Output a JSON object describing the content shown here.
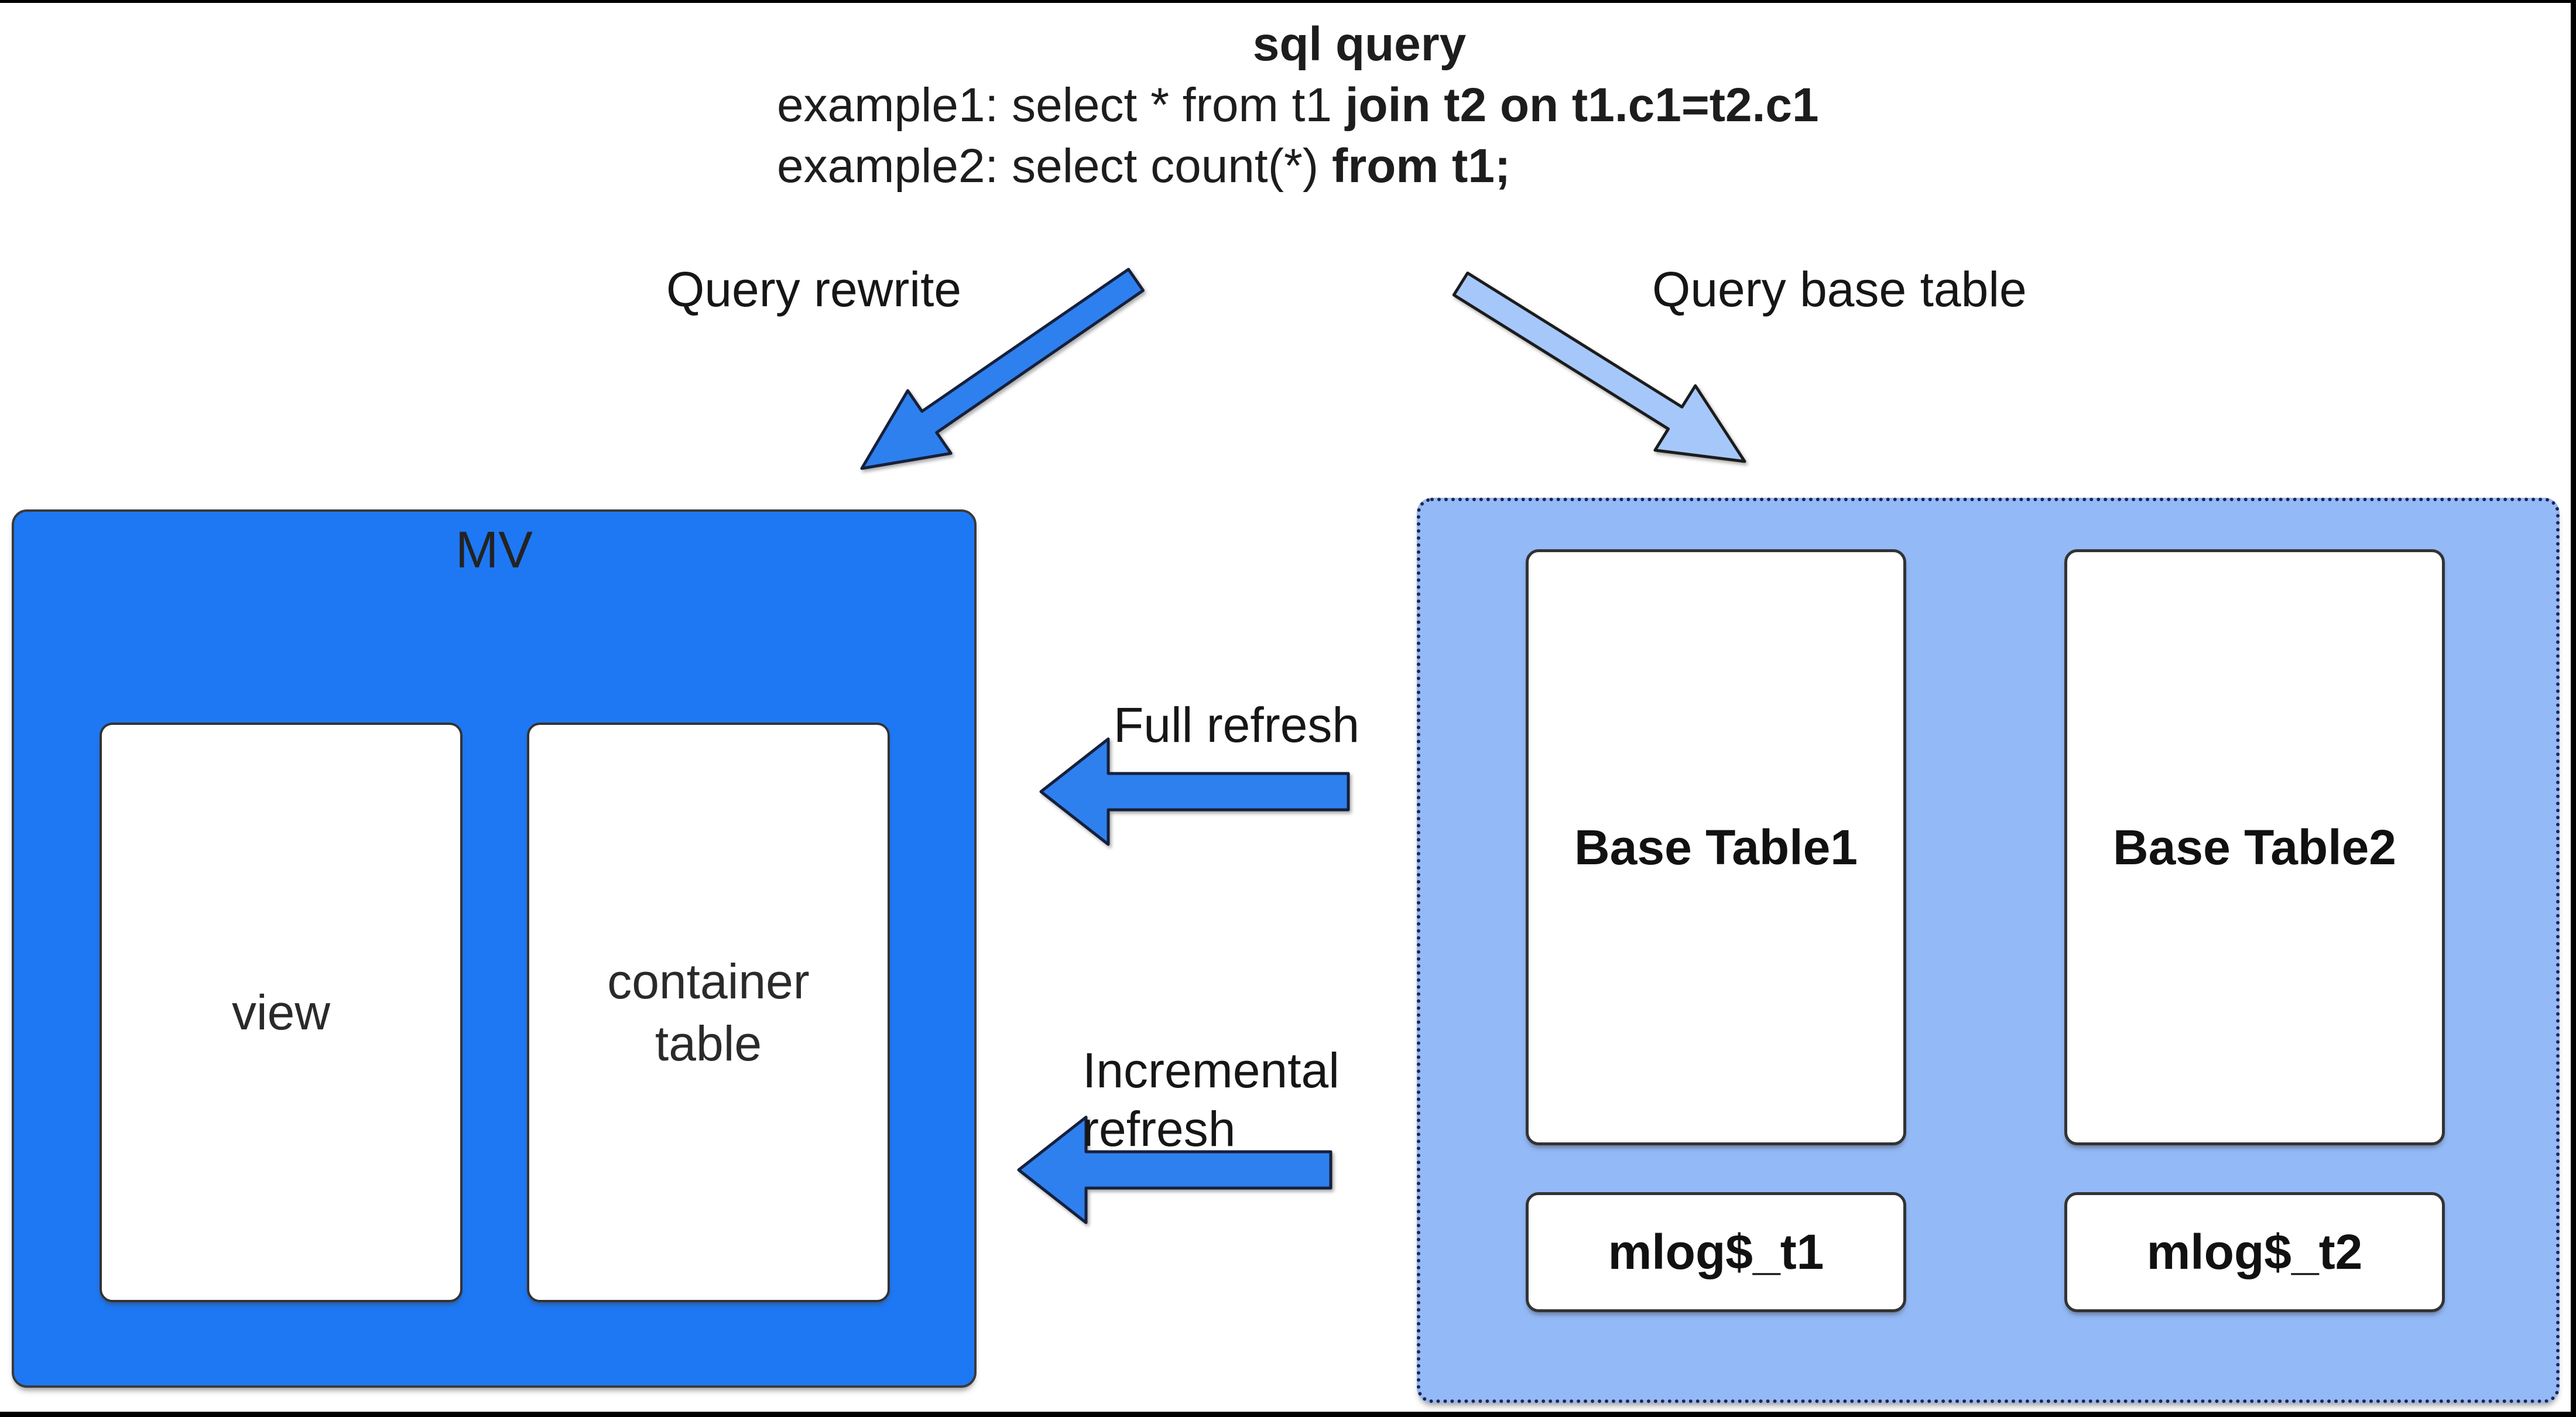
{
  "colors": {
    "mv_fill": "#1E78F4",
    "panel_fill": "#93B9F7",
    "arrow_dark": "#2E80EE",
    "arrow_light": "#A6C7FA",
    "arrow_dark_stroke": "#16203C",
    "arrow_light_stroke": "#1C1C1C",
    "box_border": "#333333",
    "text": "#1F1F1F",
    "frame": "#000000"
  },
  "sql_header": {
    "title": "sql query",
    "example1_prefix": "example1: select * from t1 ",
    "example1_bold": "join t2 on t1.c1=t2.c1",
    "example2_prefix": "example2: select count(*) ",
    "example2_bold": "from t1;"
  },
  "arrows": {
    "query_rewrite_label": "Query rewrite",
    "query_base_table_label": "Query base table",
    "full_refresh_label": "Full refresh",
    "incremental_refresh_label": "Incremental refresh"
  },
  "mv": {
    "title": "MV",
    "view_label": "view",
    "container_table_label": "container table"
  },
  "base_panel": {
    "base_table1_label": "Base Table1",
    "base_table2_label": "Base Table2",
    "mlog_t1_label": "mlog$_t1",
    "mlog_t2_label": "mlog$_t2"
  }
}
